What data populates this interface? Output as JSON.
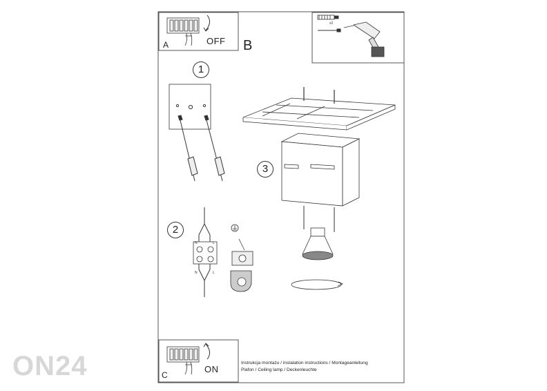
{
  "panel_a": {
    "letter": "A",
    "state": "OFF"
  },
  "panel_b": {
    "letter": "B",
    "multiplier": "x2"
  },
  "panel_c": {
    "letter": "C",
    "state": "ON"
  },
  "steps": [
    "1",
    "2",
    "3"
  ],
  "wiring": {
    "neutral": "N",
    "live": "L"
  },
  "caption": {
    "line1": "Instrukcja montażu / instalation instructions / Montageanleitung",
    "line2": "Plafon / Ceiling lamp / Deckenleuchte"
  },
  "watermark": "ON24",
  "colors": {
    "line": "#333333",
    "frame": "#555555",
    "watermark": "#d7d7d7"
  }
}
